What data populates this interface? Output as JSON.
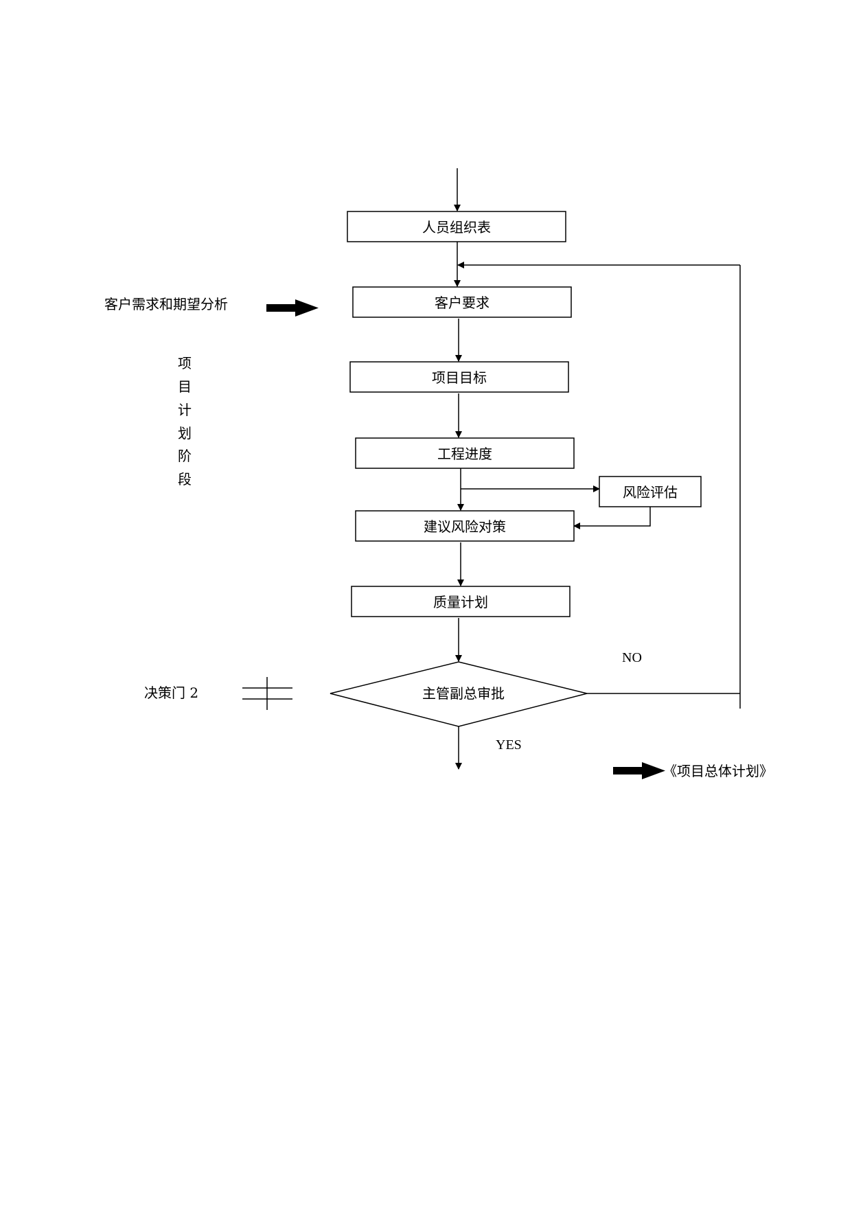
{
  "flowchart": {
    "boxes": {
      "personnel_org": "人员组织表",
      "customer_req": "客户要求",
      "project_goal": "项目目标",
      "schedule": "工程进度",
      "risk_assess": "风险评估",
      "risk_measures": "建议风险对策",
      "quality_plan": "质量计划"
    },
    "decision": "主管副总审批",
    "no_label": "NO",
    "yes_label": "YES"
  },
  "side": {
    "customer_analysis": "客户需求和期望分析",
    "stage_label": [
      "项",
      "目",
      "计",
      "划",
      "阶",
      "段"
    ],
    "gate_label": "决策门 2"
  },
  "output": {
    "label": "《项目总体计划》"
  }
}
